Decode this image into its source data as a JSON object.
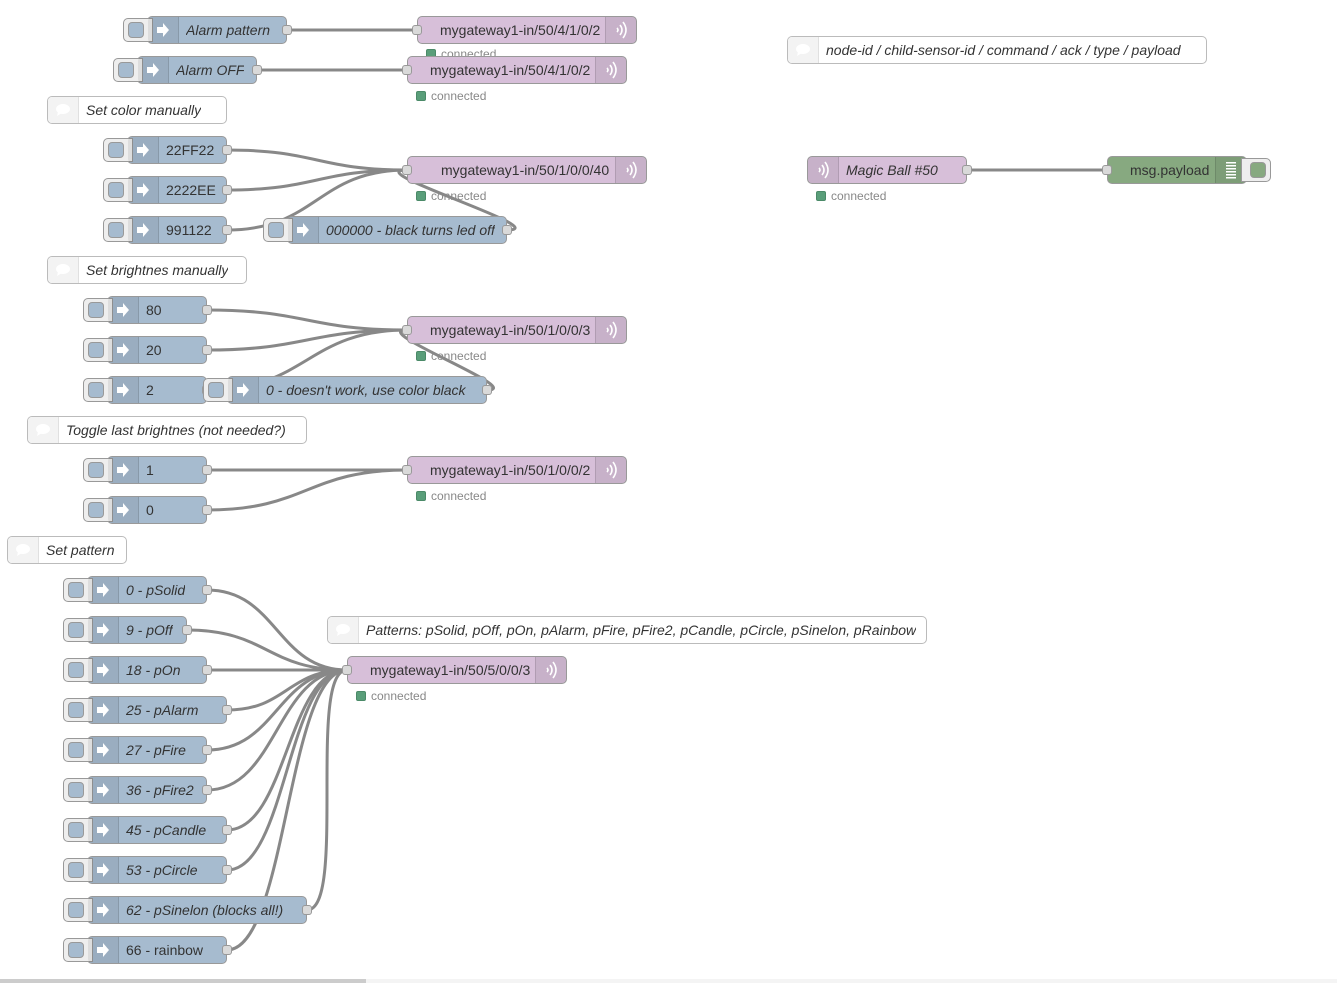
{
  "colors": {
    "inject": "#a6bbcf",
    "mysensor": "#d7bfd9",
    "debug": "#87a980",
    "status_connected": "#5a9e7a",
    "wire": "#888888"
  },
  "status_text": "connected",
  "comments": {
    "top_help": "node-id / child-sensor-id / command / ack / type / payload",
    "set_color": "Set color manually",
    "set_brightness": "Set brightnes manually",
    "toggle_brightness": "Toggle last brightnes (not needed?)",
    "set_pattern": "Set pattern",
    "patterns_help": "Patterns: pSolid, pOff, pOn, pAlarm, pFire, pFire2, pCandle, pCircle, pSinelon, pRainbow"
  },
  "alarm": {
    "inject_pattern": "Alarm pattern",
    "inject_off": "Alarm OFF",
    "out_pattern": "mygateway1-in/50/4/1/0/2",
    "out_off": "mygateway1-in/50/4/1/0/2"
  },
  "color": {
    "injects": [
      "22FF22",
      "2222EE",
      "991122",
      "000000 - black turns led off"
    ],
    "out": "mygateway1-in/50/1/0/0/40"
  },
  "brightness": {
    "injects": [
      "80",
      "20",
      "2",
      "0 - doesn't work, use color black"
    ],
    "out": "mygateway1-in/50/1/0/0/3"
  },
  "toggle": {
    "injects": [
      "1",
      "0"
    ],
    "out": "mygateway1-in/50/1/0/0/2"
  },
  "pattern": {
    "injects": [
      "0 - pSolid",
      "9 - pOff",
      "18 - pOn",
      "25 - pAlarm",
      "27 - pFire",
      "36 - pFire2",
      "45 - pCandle",
      "53 - pCircle",
      "62 - pSinelon (blocks all!)",
      "66 - rainbow"
    ],
    "out": "mygateway1-in/50/5/0/0/3"
  },
  "magic_ball": {
    "input": "Magic Ball #50",
    "debug": "msg.payload"
  }
}
